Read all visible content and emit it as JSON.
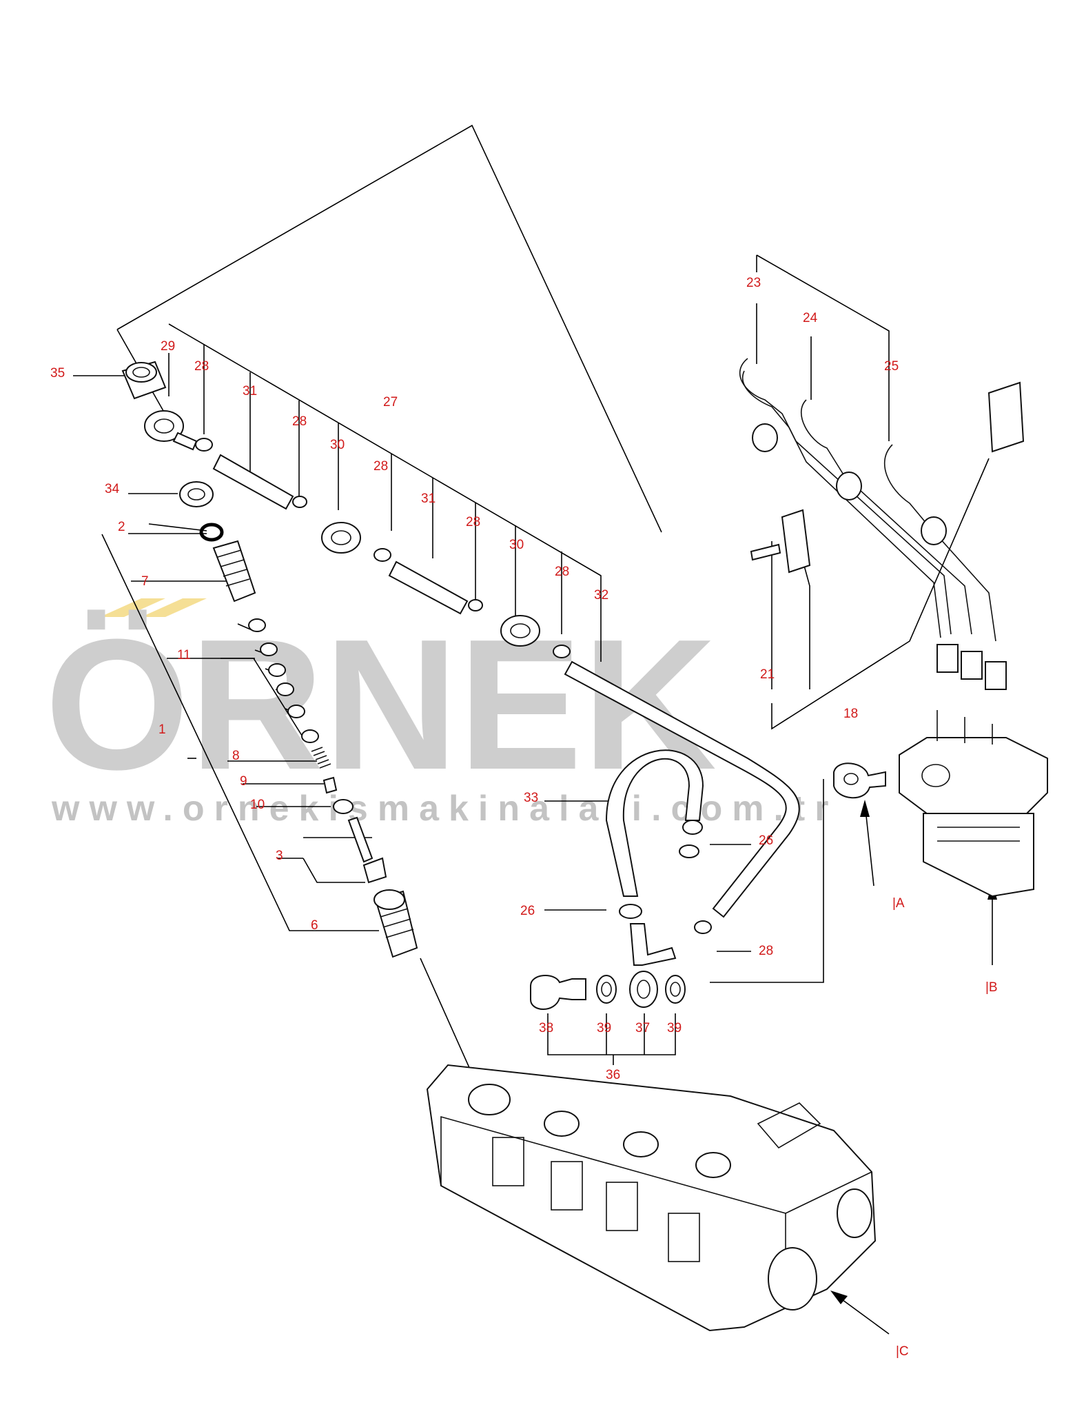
{
  "watermark": {
    "brand": "ÖRNEK",
    "url": "www.ornekismakinalari.com.tr"
  },
  "refs": {
    "A": "|A",
    "B": "|B",
    "C": "|C"
  },
  "colors": {
    "label": "#d11a1a",
    "line": "#000000",
    "watermark": "#c9c9c9",
    "accent": "#f5dc8a"
  }
}
